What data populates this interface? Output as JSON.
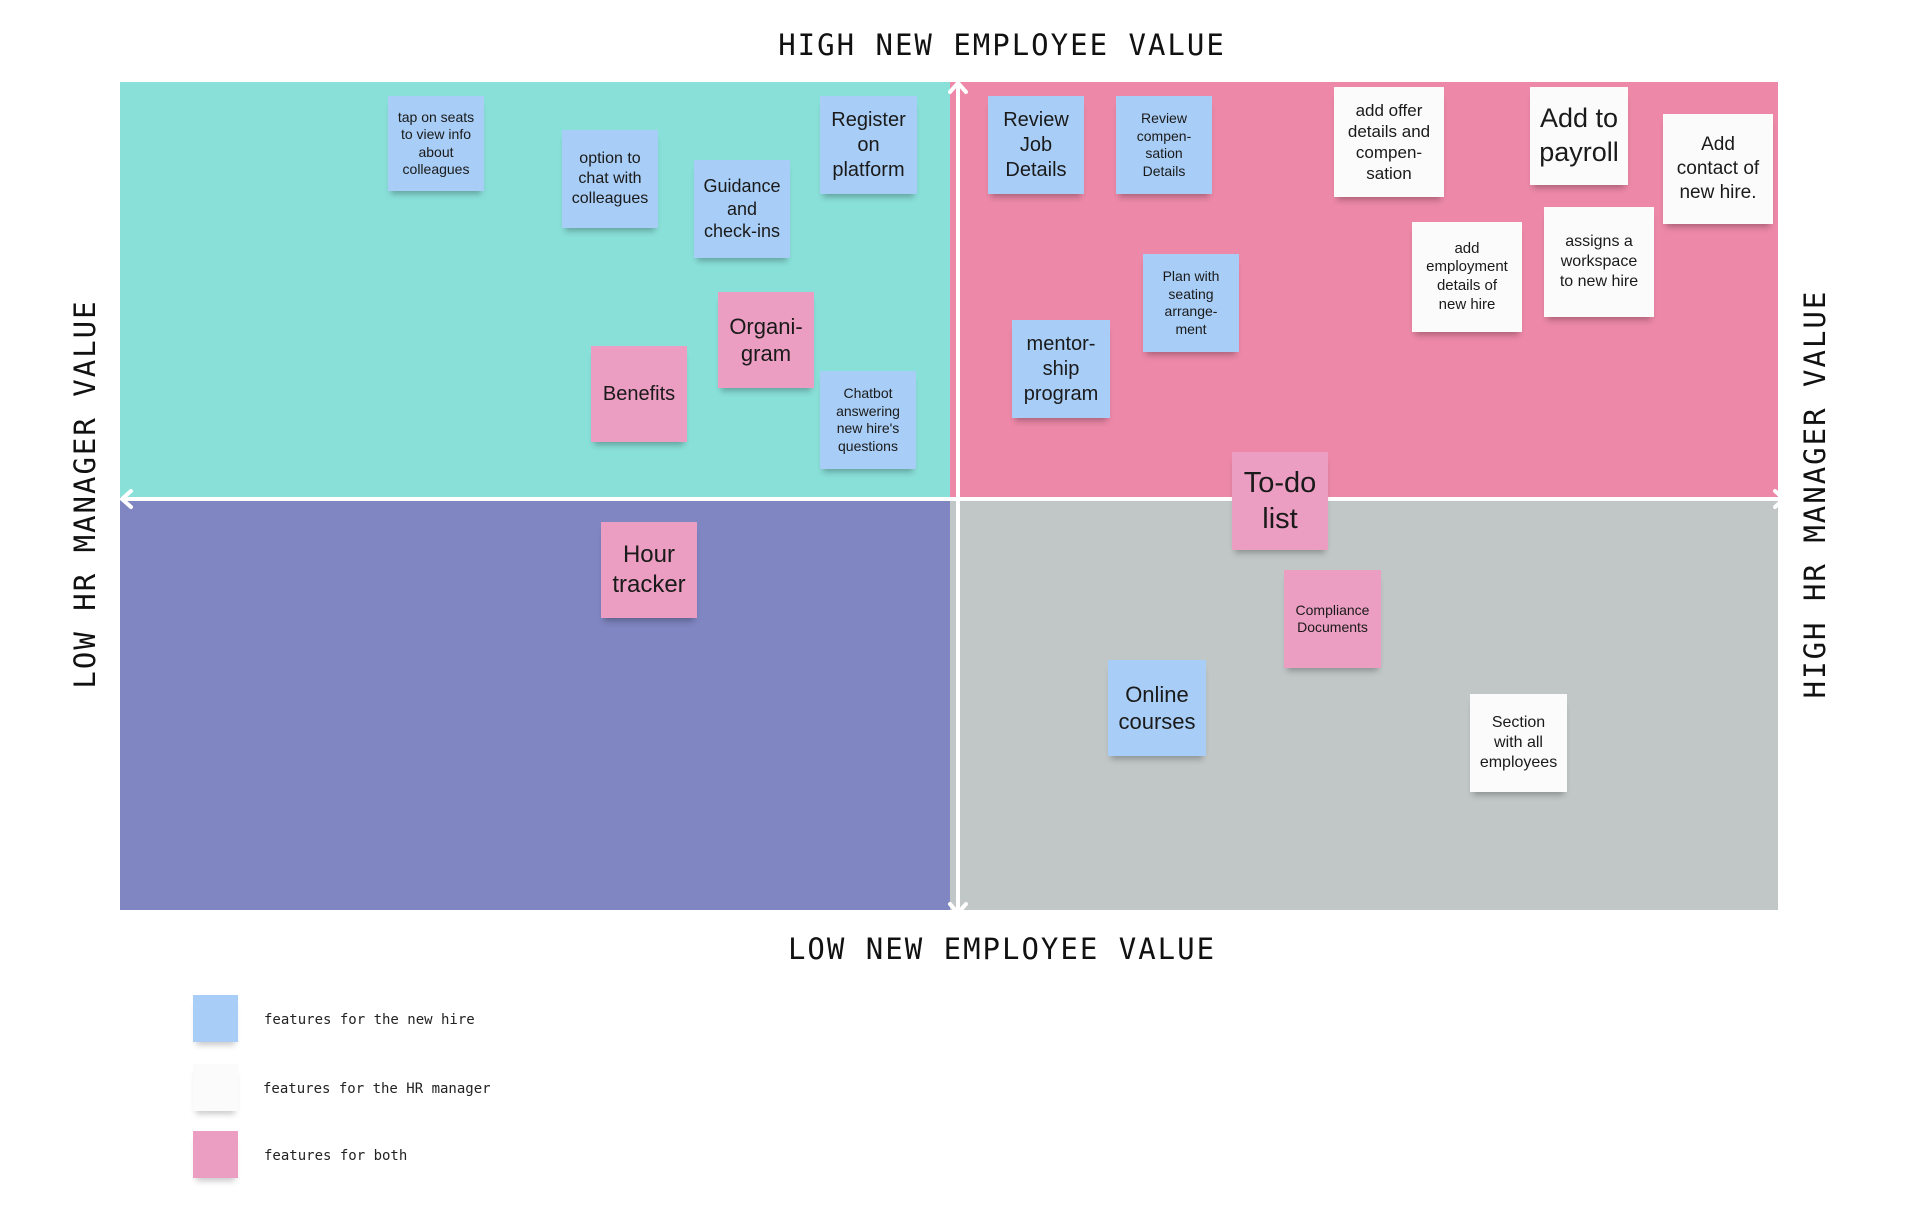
{
  "axis_labels": {
    "top": "HIGH NEW EMPLOYEE VALUE",
    "bottom": "LOW NEW EMPLOYEE VALUE",
    "left": "LOW HR MANAGER VALUE",
    "right": "HIGH HR MANAGER VALUE"
  },
  "colors": {
    "quadrant_top_left": "#89e0d9",
    "quadrant_top_right": "#ed88a8",
    "quadrant_bottom_left": "#7f86c1",
    "quadrant_bottom_right": "#c1c7c7",
    "note_new_hire": "#a8cdf6",
    "note_hr_manager": "#fbfbfb",
    "note_both": "#ec9ec2",
    "axis_line": "#ffffff"
  },
  "notes": [
    {
      "text": "tap on seats\nto view info\nabout\ncolleagues",
      "type": "new_hire"
    },
    {
      "text": "option to\nchat with\ncolleagues",
      "type": "new_hire"
    },
    {
      "text": "Guidance\nand\ncheck-ins",
      "type": "new_hire"
    },
    {
      "text": "Register\non\nplatform",
      "type": "new_hire"
    },
    {
      "text": "Organi-\ngram",
      "type": "both"
    },
    {
      "text": "Benefits",
      "type": "both"
    },
    {
      "text": "Chatbot\nanswering\nnew hire's\nquestions",
      "type": "new_hire"
    },
    {
      "text": "Review\nJob\nDetails",
      "type": "new_hire"
    },
    {
      "text": "Review\ncompen-\nsation\nDetails",
      "type": "new_hire"
    },
    {
      "text": "add offer\ndetails and\ncompen-\nsation",
      "type": "hr_manager"
    },
    {
      "text": "Add to\npayroll",
      "type": "hr_manager"
    },
    {
      "text": "Add\ncontact of\nnew hire.",
      "type": "hr_manager"
    },
    {
      "text": "Plan with\nseating\narrange-\nment",
      "type": "new_hire"
    },
    {
      "text": "add\nemployment\ndetails of\nnew hire",
      "type": "hr_manager"
    },
    {
      "text": "assigns a\nworkspace\nto new hire",
      "type": "hr_manager"
    },
    {
      "text": "mentor-\nship\nprogram",
      "type": "new_hire"
    },
    {
      "text": "To-do\nlist",
      "type": "both"
    },
    {
      "text": "Hour\ntracker",
      "type": "both"
    },
    {
      "text": "Compliance\nDocuments",
      "type": "both"
    },
    {
      "text": "Online\ncourses",
      "type": "new_hire"
    },
    {
      "text": "Section\nwith all\nemployees",
      "type": "hr_manager"
    }
  ],
  "legend": [
    {
      "label": "features for the new hire",
      "type": "new_hire"
    },
    {
      "label": "features for the HR manager",
      "type": "hr_manager"
    },
    {
      "label": "features for both",
      "type": "both"
    }
  ]
}
